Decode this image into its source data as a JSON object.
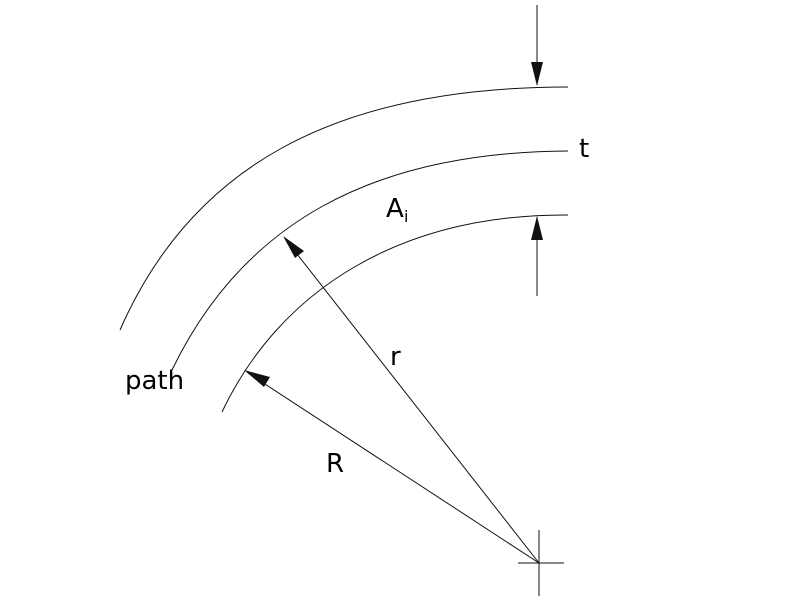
{
  "labels": {
    "thickness": "t",
    "area": "A",
    "area_subscript": "i",
    "mean_radius": "r",
    "inner_radius": "R",
    "path": "path"
  },
  "colors": {
    "line": "#111111",
    "text": "#000000",
    "background": "#ffffff"
  }
}
